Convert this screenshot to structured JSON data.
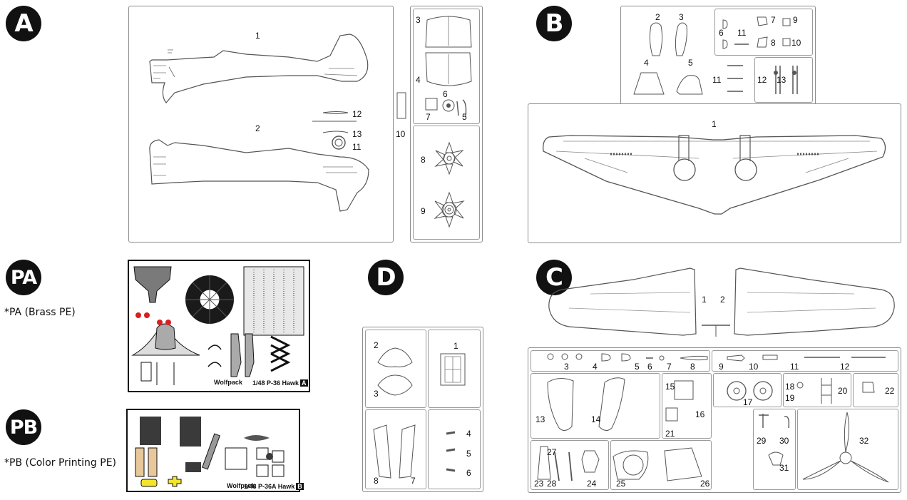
{
  "sheets": {
    "A": {
      "badge": "A",
      "labels": [
        "1",
        "2",
        "3",
        "4",
        "6",
        "7",
        "5",
        "12",
        "13",
        "11",
        "10",
        "8",
        "9"
      ]
    },
    "B": {
      "badge": "B",
      "labels": [
        "2",
        "3",
        "4",
        "5",
        "7",
        "9",
        "6",
        "11",
        "8",
        "10",
        "11",
        "12",
        "13",
        "1"
      ]
    },
    "C": {
      "badge": "C",
      "labels": [
        "1",
        "2",
        "3",
        "4",
        "5",
        "6",
        "7",
        "8",
        "9",
        "10",
        "11",
        "12",
        "13",
        "14",
        "15",
        "16",
        "17",
        "18",
        "19",
        "20",
        "21",
        "22",
        "27",
        "29",
        "30",
        "31",
        "32",
        "23",
        "28",
        "24",
        "25",
        "26"
      ]
    },
    "D": {
      "badge": "D",
      "labels": [
        "1",
        "2",
        "3",
        "4",
        "5",
        "6",
        "8",
        "7"
      ]
    },
    "PA": {
      "badge": "PA",
      "note": "*PA (Brass PE)",
      "tag_text": "1/48 P-36 Hawk",
      "tag_letter": "A",
      "brand": "Wolfpack"
    },
    "PB": {
      "badge": "PB",
      "note": "*PB (Color Printing PE)",
      "tag_text": "1/48 P-36A Hawk",
      "tag_letter": "B",
      "brand": "Wolfpack"
    }
  },
  "colors": {
    "line": "#555555",
    "frame": "#8c8c8c",
    "badge": "#111111",
    "pe_yellow": "#f2e52a",
    "pe_red": "#d62020",
    "pe_brass": "#e8c79a"
  }
}
